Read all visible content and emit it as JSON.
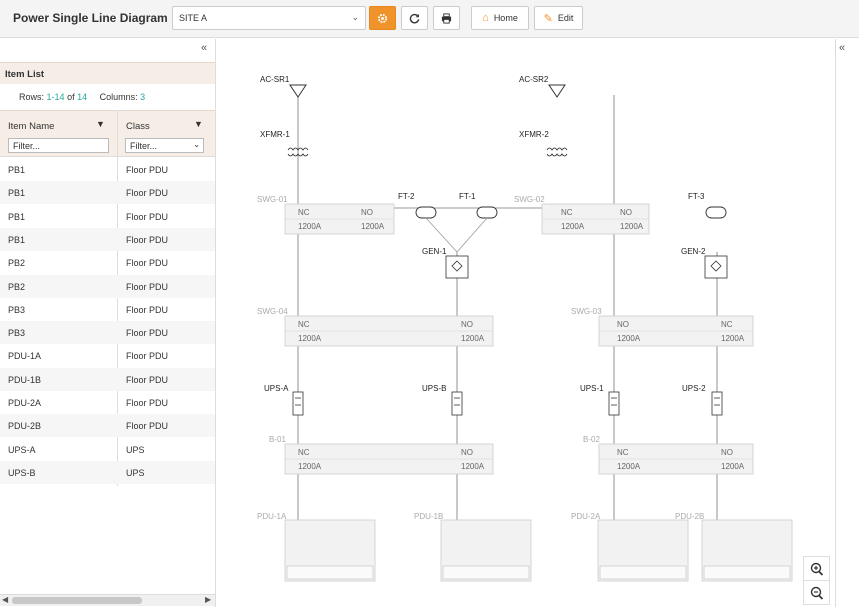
{
  "header": {
    "title": "Power Single Line Diagram",
    "site_select": "SITE A",
    "home_label": "Home",
    "edit_label": "Edit"
  },
  "item_list": {
    "title": "Item List",
    "rows_label": "Rows:",
    "rows_range": "1-14",
    "rows_of": "of",
    "rows_total": "14",
    "columns_label": "Columns:",
    "columns_count": "3",
    "columns": [
      "Item Name",
      "Class"
    ],
    "filter_placeholder": "Filter...",
    "rows": [
      {
        "name": "PB1",
        "class": "Floor PDU"
      },
      {
        "name": "PB1",
        "class": "Floor PDU"
      },
      {
        "name": "PB1",
        "class": "Floor PDU"
      },
      {
        "name": "PB1",
        "class": "Floor PDU"
      },
      {
        "name": "PB2",
        "class": "Floor PDU"
      },
      {
        "name": "PB2",
        "class": "Floor PDU"
      },
      {
        "name": "PB3",
        "class": "Floor PDU"
      },
      {
        "name": "PB3",
        "class": "Floor PDU"
      },
      {
        "name": "PDU-1A",
        "class": "Floor PDU"
      },
      {
        "name": "PDU-1B",
        "class": "Floor PDU"
      },
      {
        "name": "PDU-2A",
        "class": "Floor PDU"
      },
      {
        "name": "PDU-2B",
        "class": "Floor PDU"
      },
      {
        "name": "UPS-A",
        "class": "UPS"
      },
      {
        "name": "UPS-B",
        "class": "UPS"
      }
    ]
  },
  "diagram": {
    "sources": [
      "AC-SR1",
      "AC-SR2"
    ],
    "transformers": [
      "XFMR-1",
      "XFMR-2"
    ],
    "feeders": [
      "FT-2",
      "FT-1",
      "FT-3"
    ],
    "generators": [
      "GEN-1",
      "GEN-2"
    ],
    "switchgear": [
      "SWG-01",
      "SWG-02",
      "SWG-04",
      "SWG-03"
    ],
    "ups": [
      "UPS-A",
      "UPS-B",
      "UPS-1",
      "UPS-2"
    ],
    "breakers": [
      "B-01",
      "B-02"
    ],
    "pdus": [
      "PDU-1A",
      "PDU-1B",
      "PDU-2A",
      "PDU-2B"
    ],
    "nc": "NC",
    "no": "NO",
    "rating": "1200A"
  },
  "colors": {
    "accent": "#f0932b",
    "teal": "#2aa5a0",
    "panel_header": "#f5ede6"
  }
}
